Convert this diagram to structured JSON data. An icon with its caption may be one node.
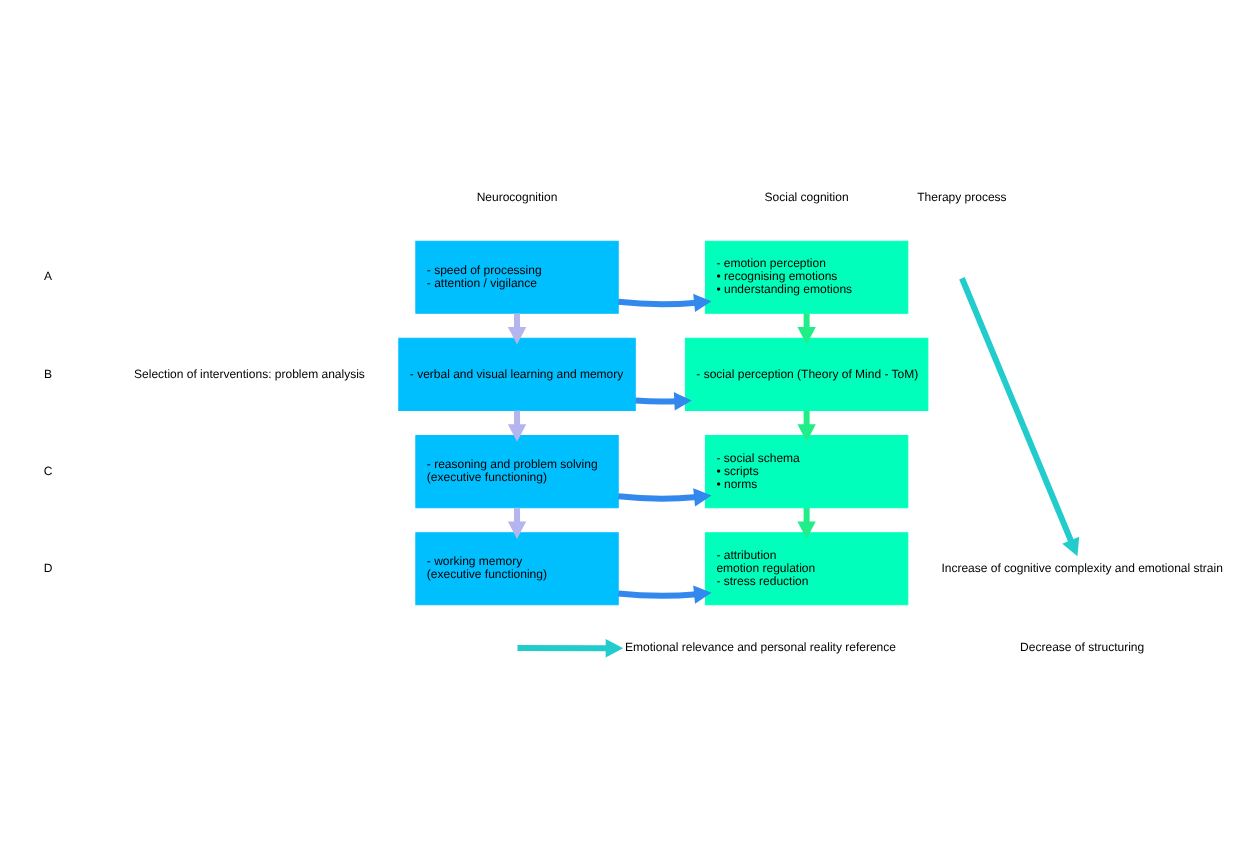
{
  "diagram": {
    "nodes": [
      {
        "text": [
          "- speed of processing",
          "- attention / vigilance"
        ]
      },
      {
        "text": [
          "- emotion perception",
          "• recognising emotions",
          "• understanding emotions"
        ]
      },
      {
        "text": [
          "- verbal and visual learning and memory"
        ]
      },
      {
        "text": [
          "- social perception (Theory of Mind - ToM)"
        ]
      },
      {
        "text": [
          "- reasoning and problem solving",
          "(executive functioning)"
        ]
      },
      {
        "text": [
          "- social schema",
          "• scripts",
          "• norms"
        ]
      },
      {
        "text": [
          "- working memory",
          "(executive functioning)"
        ]
      },
      {
        "text": [
          "- attribution",
          "emotion regulation",
          "- stress reduction"
        ]
      },
      {
        "text": [
          "Increase of cognitive complexity and emotional strain"
        ]
      },
      {
        "text": [
          "Emotional relevance and personal reality reference"
        ]
      }
    ],
    "edges": [
      {
        "from": 0,
        "to": 1,
        "arrow": "to"
      },
      {
        "from": 2,
        "to": 3,
        "arrow": "to"
      },
      {
        "from": 4,
        "to": 5,
        "arrow": "to"
      },
      {
        "from": 6,
        "to": 7,
        "arrow": "to"
      },
      {
        "from": 0,
        "to": 2,
        "arrow": "to",
        "color": "#b4b4ee"
      },
      {
        "from": 2,
        "to": 4,
        "arrow": "to",
        "color": "#b4b4ee"
      },
      {
        "from": 4,
        "to": 6,
        "arrow": "to",
        "color": "#b4b4ee"
      },
      {
        "from": 1,
        "to": 3,
        "arrow": "to",
        "color": "#22ee88"
      },
      {
        "from": 3,
        "to": 5,
        "arrow": "to",
        "color": "#22ee88"
      },
      {
        "from": 5,
        "to": 7,
        "arrow": "to",
        "color": "#22ee88"
      },
      {
        "from": null,
        "to": 8,
        "arrow": "to",
        "color": "#22cccc"
      },
      {
        "from": null,
        "to": 9,
        "arrow": "to",
        "color": "#22cccc"
      }
    ],
    "labels": [
      "Neurocognition",
      "Social cognition",
      "Therapy process",
      "Selection of interventions: problem analysis",
      "A",
      "B",
      "C",
      "D",
      "Decrease of structuring"
    ]
  }
}
